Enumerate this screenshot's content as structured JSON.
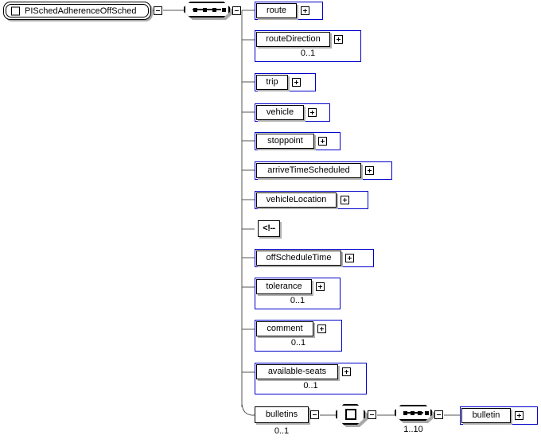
{
  "diagram": {
    "title": "PISchedAdherenceOffSched",
    "type": "xml-schema-tree",
    "colors": {
      "element_border": "#0000cc",
      "node_border": "#000000",
      "shadow": "#b0b0b0",
      "background": "#ffffff",
      "wire": "#555555"
    },
    "root": {
      "label": "PISchedAdherenceOffSched",
      "icon": "square-icon",
      "collapse_icon": "minus-icon"
    },
    "root_sequence": {
      "icon": "sequence-icon",
      "dots": 4,
      "collapse_icon": "minus-icon"
    },
    "children": [
      {
        "label": "route",
        "cardinality": "",
        "expand_icon": "plus-icon",
        "kind": "element"
      },
      {
        "label": "routeDirection",
        "cardinality": "0..1",
        "expand_icon": "plus-icon",
        "kind": "element"
      },
      {
        "label": "trip",
        "cardinality": "",
        "expand_icon": "plus-icon",
        "kind": "element"
      },
      {
        "label": "vehicle",
        "cardinality": "",
        "expand_icon": "plus-icon",
        "kind": "element"
      },
      {
        "label": "stoppoint",
        "cardinality": "",
        "expand_icon": "plus-icon",
        "kind": "element"
      },
      {
        "label": "arriveTimeScheduled",
        "cardinality": "",
        "expand_icon": "plus-icon",
        "kind": "element"
      },
      {
        "label": "vehicleLocation",
        "cardinality": "",
        "expand_icon": "plus-icon",
        "kind": "element"
      },
      {
        "label": "<!--",
        "cardinality": "",
        "expand_icon": "",
        "kind": "comment"
      },
      {
        "label": "offScheduleTime",
        "cardinality": "",
        "expand_icon": "plus-icon",
        "kind": "element"
      },
      {
        "label": "tolerance",
        "cardinality": "0..1",
        "expand_icon": "plus-icon",
        "kind": "element"
      },
      {
        "label": "comment",
        "cardinality": "0..1",
        "expand_icon": "plus-icon",
        "kind": "element"
      },
      {
        "label": "available-seats",
        "cardinality": "0..1",
        "expand_icon": "plus-icon",
        "kind": "element"
      },
      {
        "label": "bulletins",
        "cardinality": "0..1",
        "expand_icon": "",
        "kind": "element-plain",
        "collapse_icon": "minus-icon"
      }
    ],
    "bulletins_branch": {
      "type_node": {
        "icon": "complex-type-icon",
        "collapse_icon": "minus-icon"
      },
      "sequence": {
        "icon": "sequence-icon",
        "dots": 4,
        "cardinality": "1..10",
        "collapse_icon": "minus-icon"
      },
      "child": {
        "label": "bulletin",
        "expand_icon": "plus-icon",
        "cardinality": ""
      }
    }
  }
}
